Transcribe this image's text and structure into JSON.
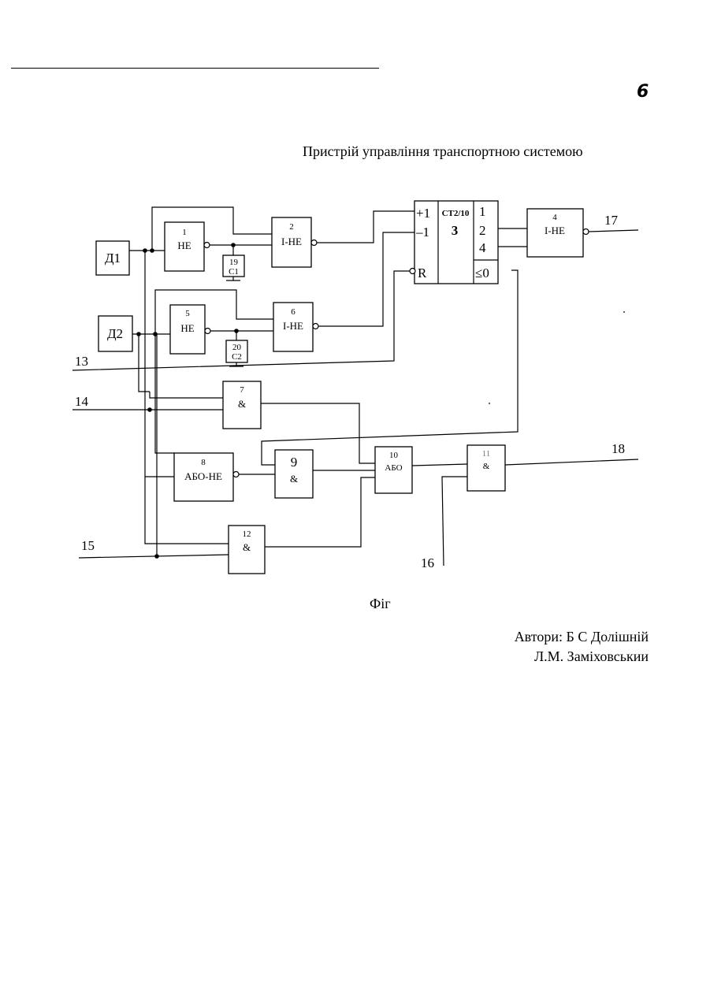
{
  "page": {
    "number_mark": "6",
    "title": "Пристрій управління транспортною системою",
    "caption": "Фіг",
    "authors": [
      "Автори: Б С Долішній",
      "Л.М. Заміховськии"
    ]
  },
  "diagram": {
    "sensors": {
      "d1": "Д1",
      "d2": "Д2"
    },
    "blocks": {
      "b1": {
        "num": "1",
        "type": "НЕ"
      },
      "b2": {
        "num": "2",
        "type": "І-НЕ"
      },
      "b3": {
        "num": "3",
        "type": "СТ2/10",
        "in_up": "+1",
        "in_down": "–1",
        "reset": "R",
        "out1": "1",
        "out2": "2",
        "out4": "4",
        "out_zero": "≤0"
      },
      "b4": {
        "num": "4",
        "type": "І-НЕ"
      },
      "b5": {
        "num": "5",
        "type": "НЕ"
      },
      "b6": {
        "num": "6",
        "type": "І-НЕ"
      },
      "b7": {
        "num": "7",
        "type": "&"
      },
      "b8": {
        "num": "8",
        "type": "АБО-НЕ"
      },
      "b9": {
        "num": "9",
        "type": "&"
      },
      "b10": {
        "num": "10",
        "type": "АБО"
      },
      "b11": {
        "num": "11",
        "type": "&"
      },
      "b12": {
        "num": "12",
        "type": "&"
      },
      "c19": {
        "num": "19",
        "type": "C1"
      },
      "c20": {
        "num": "20",
        "type": "C2"
      }
    },
    "terminals": {
      "t13": "13",
      "t14": "14",
      "t15": "15",
      "t16": "16",
      "t17": "17",
      "t18": "18"
    }
  }
}
